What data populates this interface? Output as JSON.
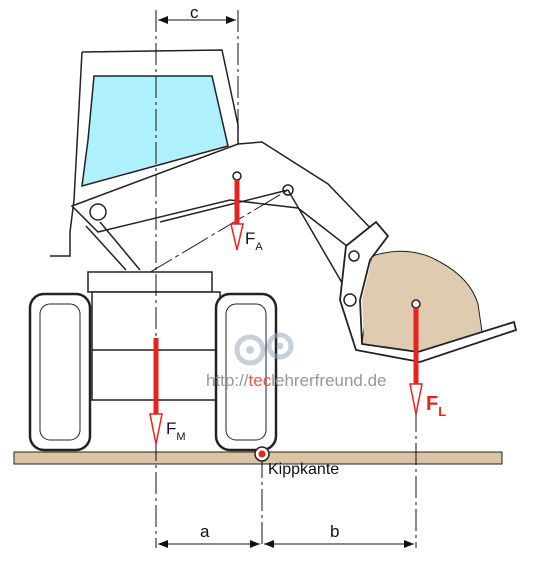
{
  "labels": {
    "dim_a": "a",
    "dim_b": "b",
    "dim_c": "c",
    "force_m": "F",
    "force_m_sub": "M",
    "force_a": "F",
    "force_a_sub": "A",
    "force_l": "F",
    "force_l_sub": "L",
    "tipping_edge": "Kippkante"
  },
  "watermark": {
    "prefix": "http://",
    "accent": "tec",
    "suffix": "lehrerfreund.de"
  },
  "colors": {
    "force": "#e8231e",
    "window": "#aef0fb",
    "load": "#dfcbb0",
    "ground": "#d9c4a4",
    "outline": "#222222"
  }
}
